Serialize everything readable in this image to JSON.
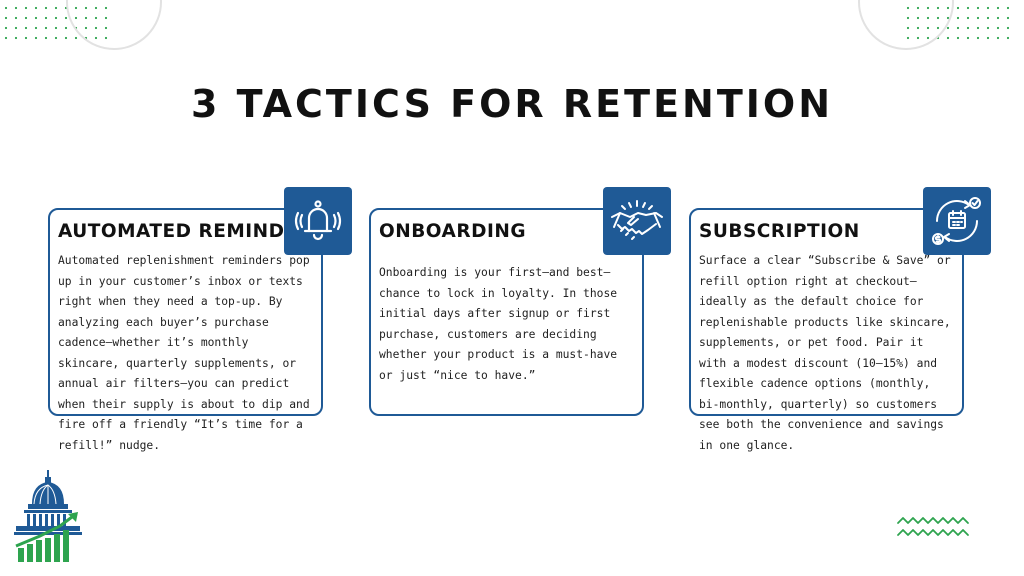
{
  "title": "3 TACTICS FOR RETENTION",
  "colors": {
    "accent": "#1f5a96",
    "green": "#2ea44f",
    "text": "#111111"
  },
  "cards": [
    {
      "title": "AUTOMATED REMINDER",
      "icon": "bell-icon",
      "body": "Automated replenishment reminders pop up in your customer’s inbox or texts right when they need a top-up. By analyzing each buyer’s purchase cadence—whether it’s monthly skincare, quarterly supplements, or annual air filters—you can predict when their supply is about to dip and fire off a friendly “It’s time for a refill!” nudge."
    },
    {
      "title": "ONBOARDING",
      "icon": "handshake-icon",
      "body": "Onboarding is your first—and best—chance to lock in loyalty. In those initial days after signup or first purchase, customers are deciding whether your product is a must-have or just “nice to have.”"
    },
    {
      "title": "SUBSCRIPTION",
      "icon": "subscription-cycle-icon",
      "body": "Surface a clear “Subscribe & Save” or refill option right at checkout—ideally as the default choice for replenishable products like skincare, supplements, or pet food. Pair it with a modest discount (10–15%) and flexible cadence options (monthly, bi-monthly, quarterly) so customers see both the convenience and savings in one glance."
    }
  ]
}
